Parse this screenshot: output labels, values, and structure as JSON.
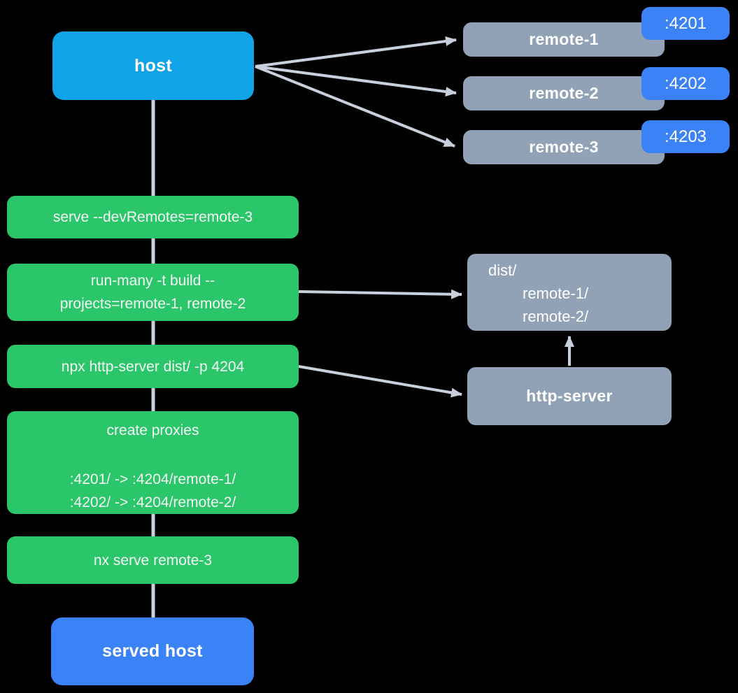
{
  "diagram": {
    "background": "#000000",
    "colors": {
      "host_blue": "#10a3e8",
      "accent_blue": "#3b82f6",
      "action_green": "#2bc56a",
      "node_gray": "#92a2b6",
      "connector_gray": "#c9d0dd",
      "text_white": "#ffffff"
    },
    "host": {
      "label": "host"
    },
    "remotes": [
      {
        "label": "remote-1",
        "port": ":4201"
      },
      {
        "label": "remote-2",
        "port": ":4202"
      },
      {
        "label": "remote-3",
        "port": ":4203"
      }
    ],
    "steps": [
      {
        "lines": [
          "serve --devRemotes=remote-3"
        ]
      },
      {
        "lines": [
          "run-many -t build --",
          "projects=remote-1, remote-2"
        ]
      },
      {
        "lines": [
          "npx http-server dist/ -p 4204"
        ]
      },
      {
        "title": "create proxies",
        "rules": [
          ":4201/ -> :4204/remote-1/",
          ":4202/ -> :4204/remote-2/"
        ]
      },
      {
        "lines": [
          "nx serve remote-3"
        ]
      }
    ],
    "served_host": {
      "label": "served host"
    },
    "dist": {
      "root": "dist/",
      "children": [
        "remote-1/",
        "remote-2/"
      ]
    },
    "http_server": {
      "label": "http-server"
    }
  }
}
